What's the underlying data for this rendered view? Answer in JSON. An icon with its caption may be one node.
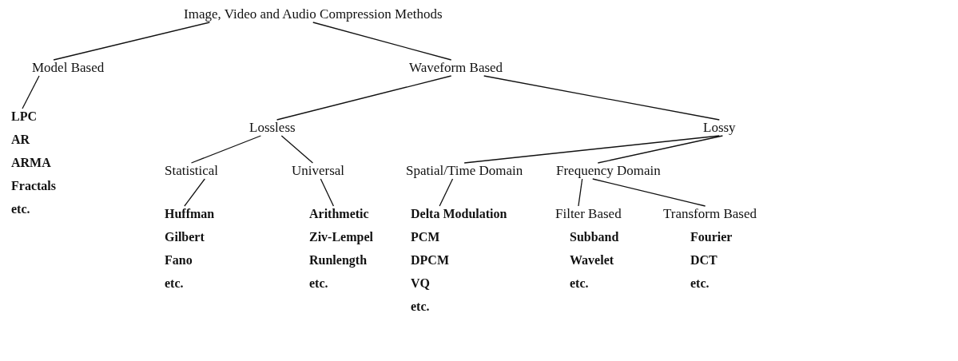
{
  "diagram": {
    "nodes": [
      {
        "text": [
          "Image, Video and Audio Compression Methods"
        ]
      },
      {
        "text": [
          "Model Based"
        ]
      },
      {
        "text": [
          "Waveform Based"
        ]
      },
      {
        "text": [
          "LPC",
          "AR",
          "ARMA",
          "Fractals",
          "etc."
        ]
      },
      {
        "text": [
          "Lossless"
        ]
      },
      {
        "text": [
          "Lossy"
        ]
      },
      {
        "text": [
          "Statistical"
        ]
      },
      {
        "text": [
          "Universal"
        ]
      },
      {
        "text": [
          "Spatial/Time Domain"
        ]
      },
      {
        "text": [
          "Frequency Domain"
        ]
      },
      {
        "text": [
          "Huffman",
          "Gilbert",
          "Fano",
          "etc."
        ]
      },
      {
        "text": [
          "Arithmetic",
          "Ziv-Lempel",
          "Runlength",
          "etc."
        ]
      },
      {
        "text": [
          "Delta Modulation",
          "PCM",
          "DPCM",
          "VQ",
          "etc."
        ]
      },
      {
        "text": [
          "Filter Based"
        ]
      },
      {
        "text": [
          "Transform Based"
        ]
      }
    ],
    "edges": [
      {
        "from": 0,
        "to": 1,
        "arrow": "none"
      },
      {
        "from": 0,
        "to": 2,
        "arrow": "none"
      },
      {
        "from": 1,
        "to": 3,
        "arrow": "none"
      },
      {
        "from": 2,
        "to": 4,
        "arrow": "none"
      },
      {
        "from": 2,
        "to": 5,
        "arrow": "none"
      },
      {
        "from": 4,
        "to": 6,
        "arrow": "none"
      },
      {
        "from": 4,
        "to": 7,
        "arrow": "none"
      },
      {
        "from": 5,
        "to": 8,
        "arrow": "none"
      },
      {
        "from": 5,
        "to": 9,
        "arrow": "none"
      },
      {
        "from": 6,
        "to": 10,
        "arrow": "none"
      },
      {
        "from": 7,
        "to": 11,
        "arrow": "none"
      },
      {
        "from": 8,
        "to": 12,
        "arrow": "none"
      },
      {
        "from": 9,
        "to": 13,
        "arrow": "none"
      },
      {
        "from": 9,
        "to": 14,
        "arrow": "none"
      }
    ],
    "labels": [
      "Subband",
      "Wavelet",
      "etc.",
      "Fourier",
      "DCT",
      "etc."
    ]
  }
}
